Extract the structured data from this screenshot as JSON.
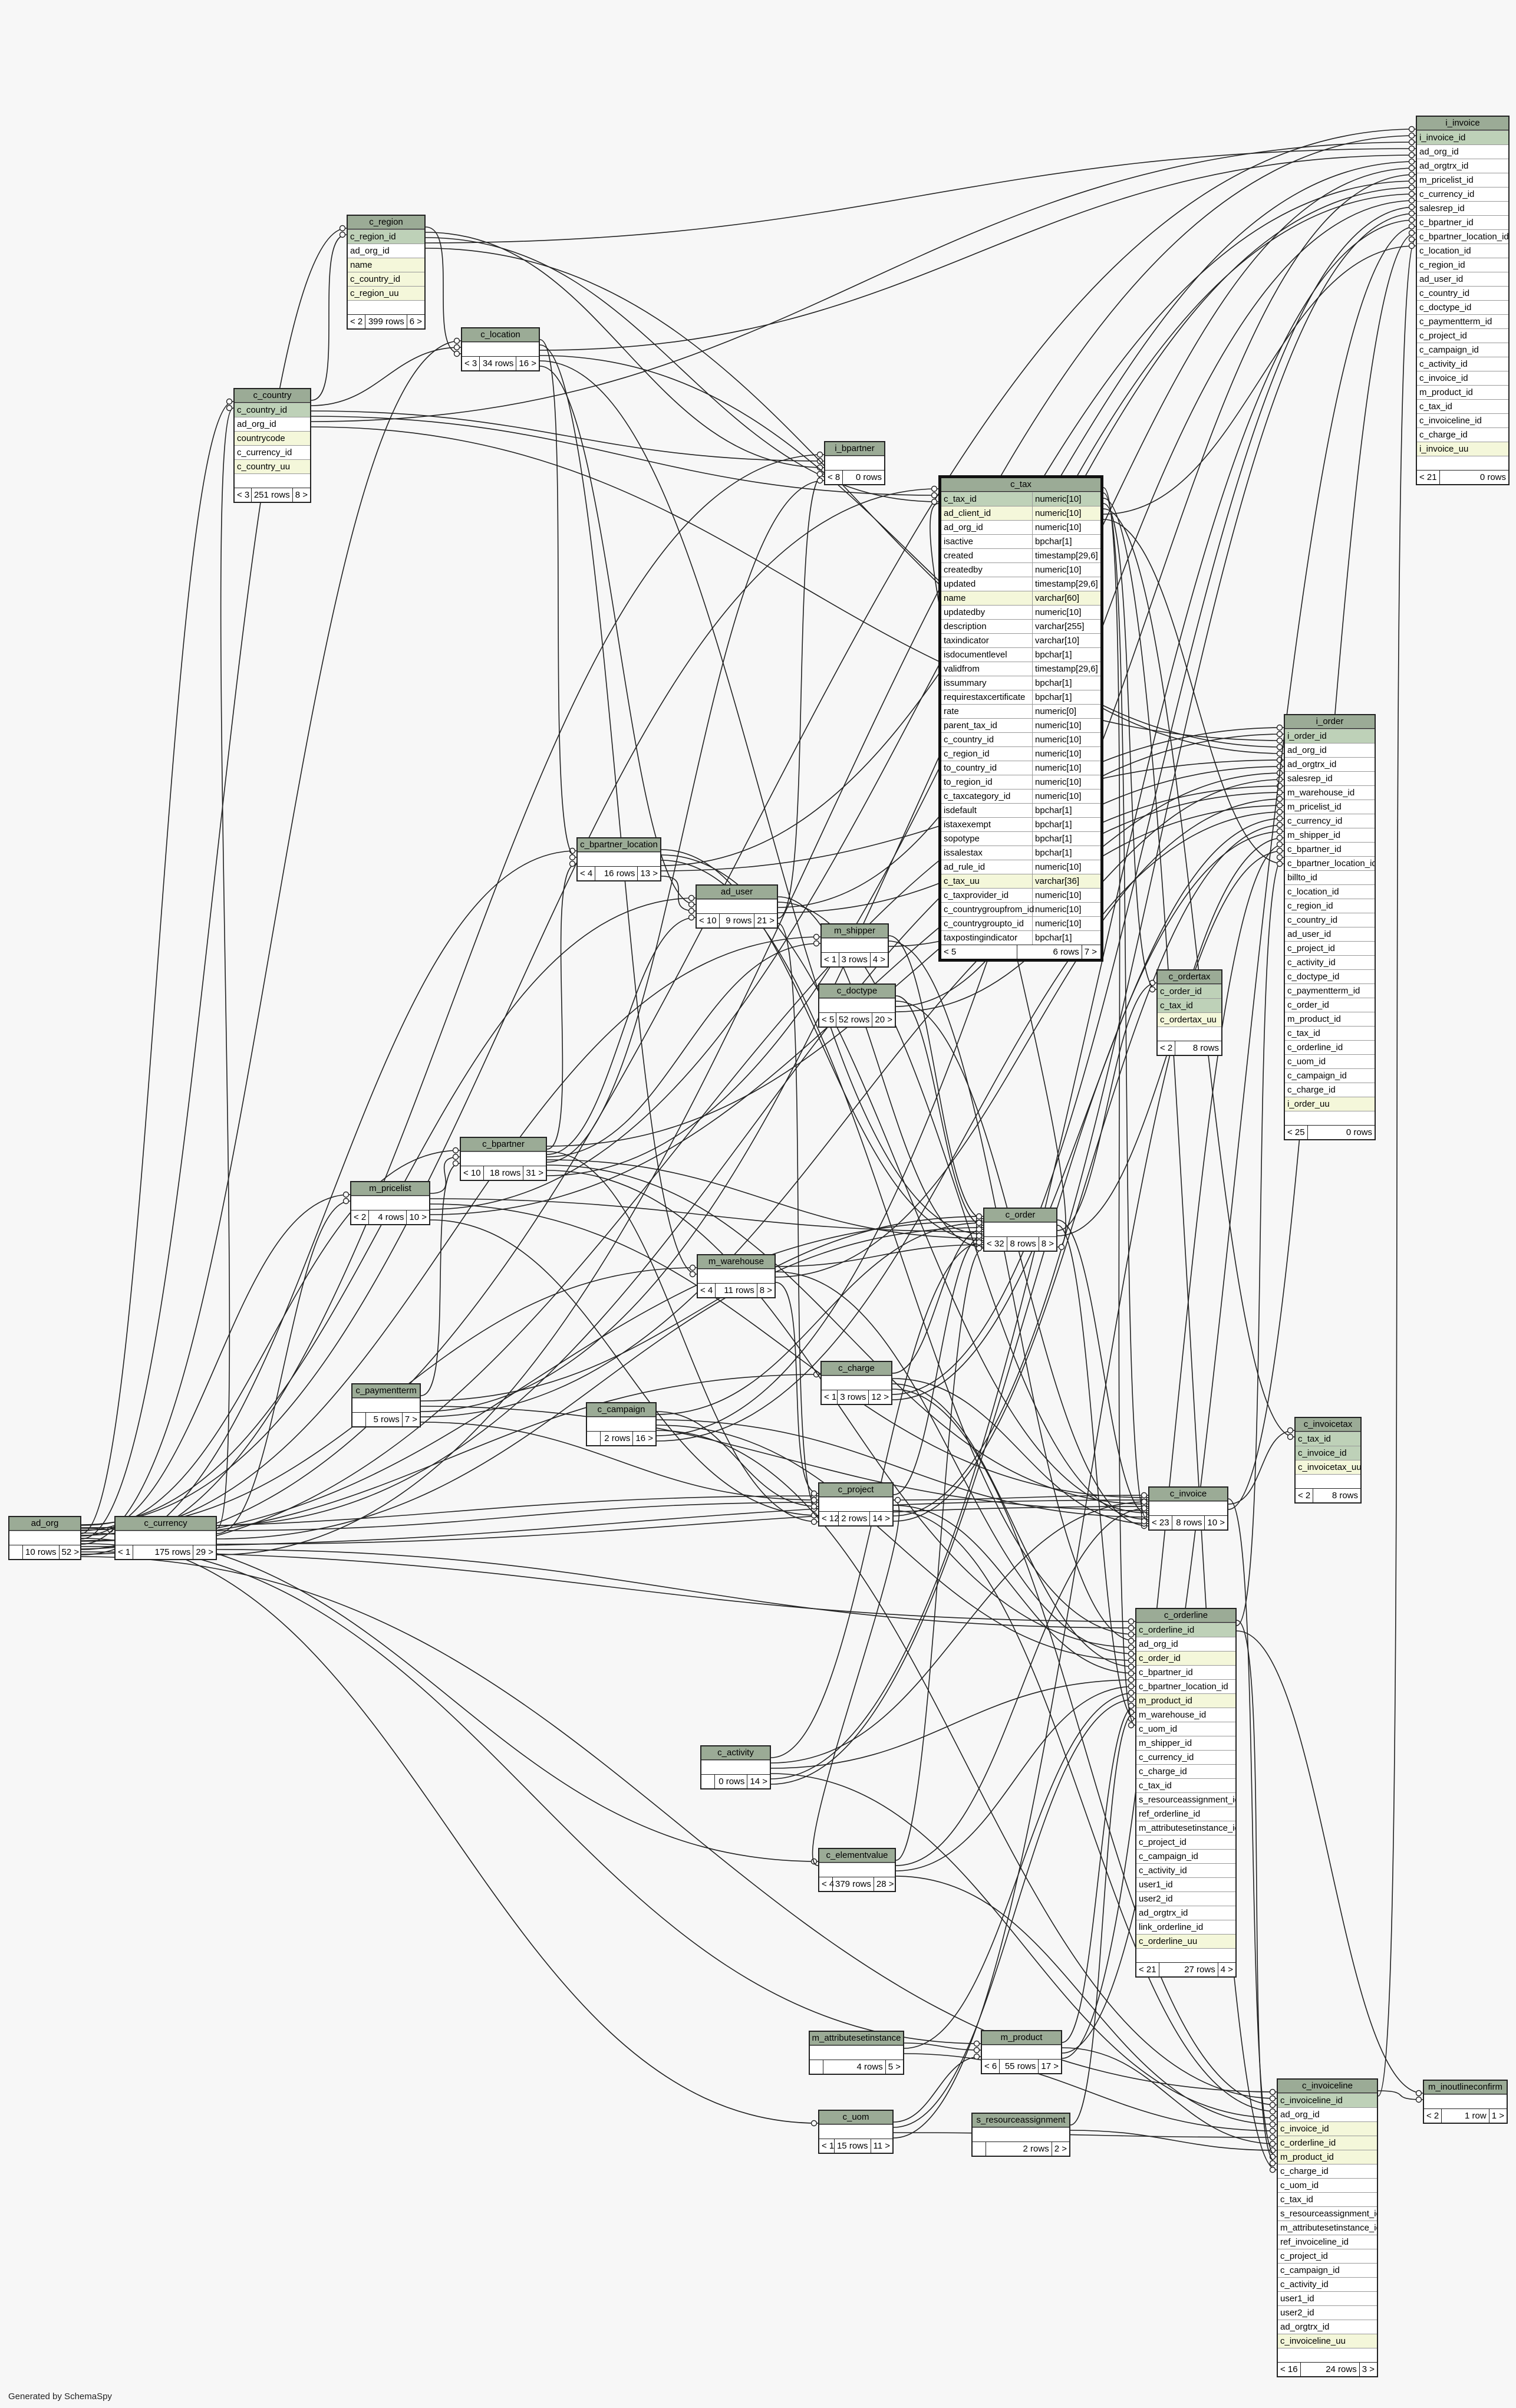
{
  "footer": "Generated by SchemaSpy",
  "colors": {
    "header": "#9bab96",
    "pk": "#bed1b8",
    "unique": "#f4f7da",
    "background": "#f7f7f7",
    "edge": "#222222"
  },
  "tables": [
    {
      "id": "ad_org",
      "name": "ad_org",
      "rows": [],
      "foot": [
        "",
        "10 rows",
        "52 >"
      ]
    },
    {
      "id": "c_currency",
      "name": "c_currency",
      "rows": [],
      "foot": [
        "< 1",
        "175 rows",
        "29 >"
      ]
    },
    {
      "id": "c_country",
      "name": "c_country",
      "rows": [
        {
          "t": "c_country_id",
          "k": "pk"
        },
        {
          "t": "ad_org_id"
        },
        {
          "t": "countrycode",
          "k": "uq"
        },
        {
          "t": "c_currency_id"
        },
        {
          "t": "c_country_uu",
          "k": "uq"
        },
        {
          "t": "",
          "k": "blank"
        }
      ],
      "foot": [
        "< 3",
        "251 rows",
        "8 >"
      ]
    },
    {
      "id": "c_region",
      "name": "c_region",
      "rows": [
        {
          "t": "c_region_id",
          "k": "pk"
        },
        {
          "t": "ad_org_id"
        },
        {
          "t": "name",
          "k": "uq"
        },
        {
          "t": "c_country_id",
          "k": "uq"
        },
        {
          "t": "c_region_uu",
          "k": "uq"
        },
        {
          "t": "",
          "k": "blank"
        }
      ],
      "foot": [
        "< 2",
        "399 rows",
        "6 >"
      ]
    },
    {
      "id": "c_location",
      "name": "c_location",
      "rows": [],
      "foot": [
        "< 3",
        "34 rows",
        "16 >"
      ]
    },
    {
      "id": "i_bpartner",
      "name": "i_bpartner",
      "rows": [],
      "foot": [
        "< 8",
        "0 rows"
      ]
    },
    {
      "id": "c_bpartner_location",
      "name": "c_bpartner_location",
      "rows": [],
      "foot": [
        "< 4",
        "16 rows",
        "13 >"
      ]
    },
    {
      "id": "ad_user",
      "name": "ad_user",
      "rows": [],
      "foot": [
        "< 10",
        "9 rows",
        "21 >"
      ]
    },
    {
      "id": "m_shipper",
      "name": "m_shipper",
      "rows": [],
      "foot": [
        "< 1",
        "3 rows",
        "4 >"
      ]
    },
    {
      "id": "c_doctype",
      "name": "c_doctype",
      "rows": [],
      "foot": [
        "< 5",
        "52 rows",
        "20 >"
      ]
    },
    {
      "id": "m_pricelist",
      "name": "m_pricelist",
      "rows": [],
      "foot": [
        "< 2",
        "4 rows",
        "10 >"
      ]
    },
    {
      "id": "c_bpartner",
      "name": "c_bpartner",
      "rows": [],
      "foot": [
        "< 10",
        "18 rows",
        "31 >"
      ]
    },
    {
      "id": "m_warehouse",
      "name": "m_warehouse",
      "rows": [],
      "foot": [
        "< 4",
        "11 rows",
        "8 >"
      ]
    },
    {
      "id": "c_paymentterm",
      "name": "c_paymentterm",
      "rows": [],
      "foot": [
        "",
        "5 rows",
        "7 >"
      ]
    },
    {
      "id": "c_campaign",
      "name": "c_campaign",
      "rows": [],
      "foot": [
        "",
        "2 rows",
        "16 >"
      ]
    },
    {
      "id": "c_charge",
      "name": "c_charge",
      "rows": [],
      "foot": [
        "< 1",
        "3 rows",
        "12 >"
      ]
    },
    {
      "id": "c_project",
      "name": "c_project",
      "rows": [],
      "foot": [
        "< 12",
        "2 rows",
        "14 >"
      ]
    },
    {
      "id": "c_activity",
      "name": "c_activity",
      "rows": [],
      "foot": [
        "",
        "0 rows",
        "14 >"
      ]
    },
    {
      "id": "c_elementvalue",
      "name": "c_elementvalue",
      "rows": [],
      "foot": [
        "< 4",
        "379 rows",
        "28 >"
      ]
    },
    {
      "id": "m_attributesetinstance",
      "name": "m_attributesetinstance",
      "rows": [],
      "foot": [
        "",
        "4 rows",
        "5 >"
      ]
    },
    {
      "id": "c_uom",
      "name": "c_uom",
      "rows": [],
      "foot": [
        "< 1",
        "15 rows",
        "11 >"
      ]
    },
    {
      "id": "m_product",
      "name": "m_product",
      "rows": [],
      "foot": [
        "< 6",
        "55 rows",
        "17 >"
      ]
    },
    {
      "id": "s_resourceassignment",
      "name": "s_resourceassignment",
      "rows": [],
      "foot": [
        "",
        "2 rows",
        "2 >"
      ]
    },
    {
      "id": "c_order",
      "name": "c_order",
      "rows": [],
      "foot": [
        "< 32",
        "8 rows",
        "8 >"
      ]
    },
    {
      "id": "c_invoice",
      "name": "c_invoice",
      "rows": [],
      "foot": [
        "< 23",
        "8 rows",
        "10 >"
      ]
    },
    {
      "id": "c_ordertax",
      "name": "c_ordertax",
      "rows": [
        {
          "t": "c_order_id",
          "k": "pk"
        },
        {
          "t": "c_tax_id",
          "k": "pk"
        },
        {
          "t": "c_ordertax_uu",
          "k": "uq"
        },
        {
          "t": "",
          "k": "blank"
        }
      ],
      "foot": [
        "< 2",
        "8 rows"
      ]
    },
    {
      "id": "c_invoicetax",
      "name": "c_invoicetax",
      "rows": [
        {
          "t": "c_tax_id",
          "k": "pk"
        },
        {
          "t": "c_invoice_id",
          "k": "pk"
        },
        {
          "t": "c_invoicetax_uu",
          "k": "uq"
        },
        {
          "t": "",
          "k": "blank"
        }
      ],
      "foot": [
        "< 2",
        "8 rows"
      ]
    },
    {
      "id": "m_inoutlineconfirm",
      "name": "m_inoutlineconfirm",
      "rows": [
        {
          "t": "",
          "k": "blank"
        }
      ],
      "foot": [
        "< 2",
        "1 row",
        "1 >"
      ]
    },
    {
      "id": "i_invoice",
      "name": "i_invoice",
      "rows": [
        {
          "t": "i_invoice_id",
          "k": "pk"
        },
        {
          "t": "ad_org_id"
        },
        {
          "t": "ad_orgtrx_id"
        },
        {
          "t": "m_pricelist_id"
        },
        {
          "t": "c_currency_id"
        },
        {
          "t": "salesrep_id"
        },
        {
          "t": "c_bpartner_id"
        },
        {
          "t": "c_bpartner_location_id"
        },
        {
          "t": "c_location_id"
        },
        {
          "t": "c_region_id"
        },
        {
          "t": "ad_user_id"
        },
        {
          "t": "c_country_id"
        },
        {
          "t": "c_doctype_id"
        },
        {
          "t": "c_paymentterm_id"
        },
        {
          "t": "c_project_id"
        },
        {
          "t": "c_campaign_id"
        },
        {
          "t": "c_activity_id"
        },
        {
          "t": "c_invoice_id"
        },
        {
          "t": "m_product_id"
        },
        {
          "t": "c_tax_id"
        },
        {
          "t": "c_invoiceline_id"
        },
        {
          "t": "c_charge_id"
        },
        {
          "t": "i_invoice_uu",
          "k": "uq"
        },
        {
          "t": "",
          "k": "blank"
        }
      ],
      "foot": [
        "< 21",
        "0 rows"
      ]
    },
    {
      "id": "i_order",
      "name": "i_order",
      "rows": [
        {
          "t": "i_order_id",
          "k": "pk"
        },
        {
          "t": "ad_org_id"
        },
        {
          "t": "ad_orgtrx_id"
        },
        {
          "t": "salesrep_id"
        },
        {
          "t": "m_warehouse_id"
        },
        {
          "t": "m_pricelist_id"
        },
        {
          "t": "c_currency_id"
        },
        {
          "t": "m_shipper_id"
        },
        {
          "t": "c_bpartner_id"
        },
        {
          "t": "c_bpartner_location_id"
        },
        {
          "t": "billto_id"
        },
        {
          "t": "c_location_id"
        },
        {
          "t": "c_region_id"
        },
        {
          "t": "c_country_id"
        },
        {
          "t": "ad_user_id"
        },
        {
          "t": "c_project_id"
        },
        {
          "t": "c_activity_id"
        },
        {
          "t": "c_doctype_id"
        },
        {
          "t": "c_paymentterm_id"
        },
        {
          "t": "c_order_id"
        },
        {
          "t": "m_product_id"
        },
        {
          "t": "c_tax_id"
        },
        {
          "t": "c_orderline_id"
        },
        {
          "t": "c_uom_id"
        },
        {
          "t": "c_campaign_id"
        },
        {
          "t": "c_charge_id"
        },
        {
          "t": "i_order_uu",
          "k": "uq"
        },
        {
          "t": "",
          "k": "blank"
        }
      ],
      "foot": [
        "< 25",
        "0 rows"
      ]
    },
    {
      "id": "c_orderline",
      "name": "c_orderline",
      "rows": [
        {
          "t": "c_orderline_id",
          "k": "pk"
        },
        {
          "t": "ad_org_id"
        },
        {
          "t": "c_order_id",
          "k": "uq"
        },
        {
          "t": "c_bpartner_id"
        },
        {
          "t": "c_bpartner_location_id"
        },
        {
          "t": "m_product_id",
          "k": "uq"
        },
        {
          "t": "m_warehouse_id"
        },
        {
          "t": "c_uom_id"
        },
        {
          "t": "m_shipper_id"
        },
        {
          "t": "c_currency_id"
        },
        {
          "t": "c_charge_id"
        },
        {
          "t": "c_tax_id"
        },
        {
          "t": "s_resourceassignment_id"
        },
        {
          "t": "ref_orderline_id"
        },
        {
          "t": "m_attributesetinstance_id"
        },
        {
          "t": "c_project_id"
        },
        {
          "t": "c_campaign_id"
        },
        {
          "t": "c_activity_id"
        },
        {
          "t": "user1_id"
        },
        {
          "t": "user2_id"
        },
        {
          "t": "ad_orgtrx_id"
        },
        {
          "t": "link_orderline_id"
        },
        {
          "t": "c_orderline_uu",
          "k": "uq"
        },
        {
          "t": "",
          "k": "blank"
        }
      ],
      "foot": [
        "< 21",
        "27 rows",
        "4 >"
      ]
    },
    {
      "id": "c_invoiceline",
      "name": "c_invoiceline",
      "rows": [
        {
          "t": "c_invoiceline_id",
          "k": "pk"
        },
        {
          "t": "ad_org_id"
        },
        {
          "t": "c_invoice_id",
          "k": "uq"
        },
        {
          "t": "c_orderline_id",
          "k": "uq"
        },
        {
          "t": "m_product_id",
          "k": "uq"
        },
        {
          "t": "c_charge_id"
        },
        {
          "t": "c_uom_id"
        },
        {
          "t": "c_tax_id"
        },
        {
          "t": "s_resourceassignment_id"
        },
        {
          "t": "m_attributesetinstance_id"
        },
        {
          "t": "ref_invoiceline_id"
        },
        {
          "t": "c_project_id"
        },
        {
          "t": "c_campaign_id"
        },
        {
          "t": "c_activity_id"
        },
        {
          "t": "user1_id"
        },
        {
          "t": "user2_id"
        },
        {
          "t": "ad_orgtrx_id"
        },
        {
          "t": "c_invoiceline_uu",
          "k": "uq"
        },
        {
          "t": "",
          "k": "blank"
        }
      ],
      "foot": [
        "< 16",
        "24 rows",
        "3 >"
      ]
    }
  ],
  "c_tax": {
    "name": "c_tax",
    "rows": [
      {
        "c": "c_tax_id",
        "t": "numeric[10]",
        "k": "pk"
      },
      {
        "c": "ad_client_id",
        "t": "numeric[10]",
        "k": "uq"
      },
      {
        "c": "ad_org_id",
        "t": "numeric[10]"
      },
      {
        "c": "isactive",
        "t": "bpchar[1]"
      },
      {
        "c": "created",
        "t": "timestamp[29,6]"
      },
      {
        "c": "createdby",
        "t": "numeric[10]"
      },
      {
        "c": "updated",
        "t": "timestamp[29,6]"
      },
      {
        "c": "name",
        "t": "varchar[60]",
        "k": "uq"
      },
      {
        "c": "updatedby",
        "t": "numeric[10]"
      },
      {
        "c": "description",
        "t": "varchar[255]"
      },
      {
        "c": "taxindicator",
        "t": "varchar[10]"
      },
      {
        "c": "isdocumentlevel",
        "t": "bpchar[1]"
      },
      {
        "c": "validfrom",
        "t": "timestamp[29,6]"
      },
      {
        "c": "issummary",
        "t": "bpchar[1]"
      },
      {
        "c": "requirestaxcertificate",
        "t": "bpchar[1]"
      },
      {
        "c": "rate",
        "t": "numeric[0]"
      },
      {
        "c": "parent_tax_id",
        "t": "numeric[10]"
      },
      {
        "c": "c_country_id",
        "t": "numeric[10]"
      },
      {
        "c": "c_region_id",
        "t": "numeric[10]"
      },
      {
        "c": "to_country_id",
        "t": "numeric[10]"
      },
      {
        "c": "to_region_id",
        "t": "numeric[10]"
      },
      {
        "c": "c_taxcategory_id",
        "t": "numeric[10]"
      },
      {
        "c": "isdefault",
        "t": "bpchar[1]"
      },
      {
        "c": "istaxexempt",
        "t": "bpchar[1]"
      },
      {
        "c": "sopotype",
        "t": "bpchar[1]"
      },
      {
        "c": "issalestax",
        "t": "bpchar[1]"
      },
      {
        "c": "ad_rule_id",
        "t": "numeric[10]"
      },
      {
        "c": "c_tax_uu",
        "t": "varchar[36]",
        "k": "uq"
      },
      {
        "c": "c_taxprovider_id",
        "t": "numeric[10]"
      },
      {
        "c": "c_countrygroupfrom_id",
        "t": "numeric[10]"
      },
      {
        "c": "c_countrygroupto_id",
        "t": "numeric[10]"
      },
      {
        "c": "taxpostingindicator",
        "t": "bpchar[1]"
      }
    ],
    "foot": [
      "< 5",
      "6 rows",
      "7 >"
    ]
  }
}
